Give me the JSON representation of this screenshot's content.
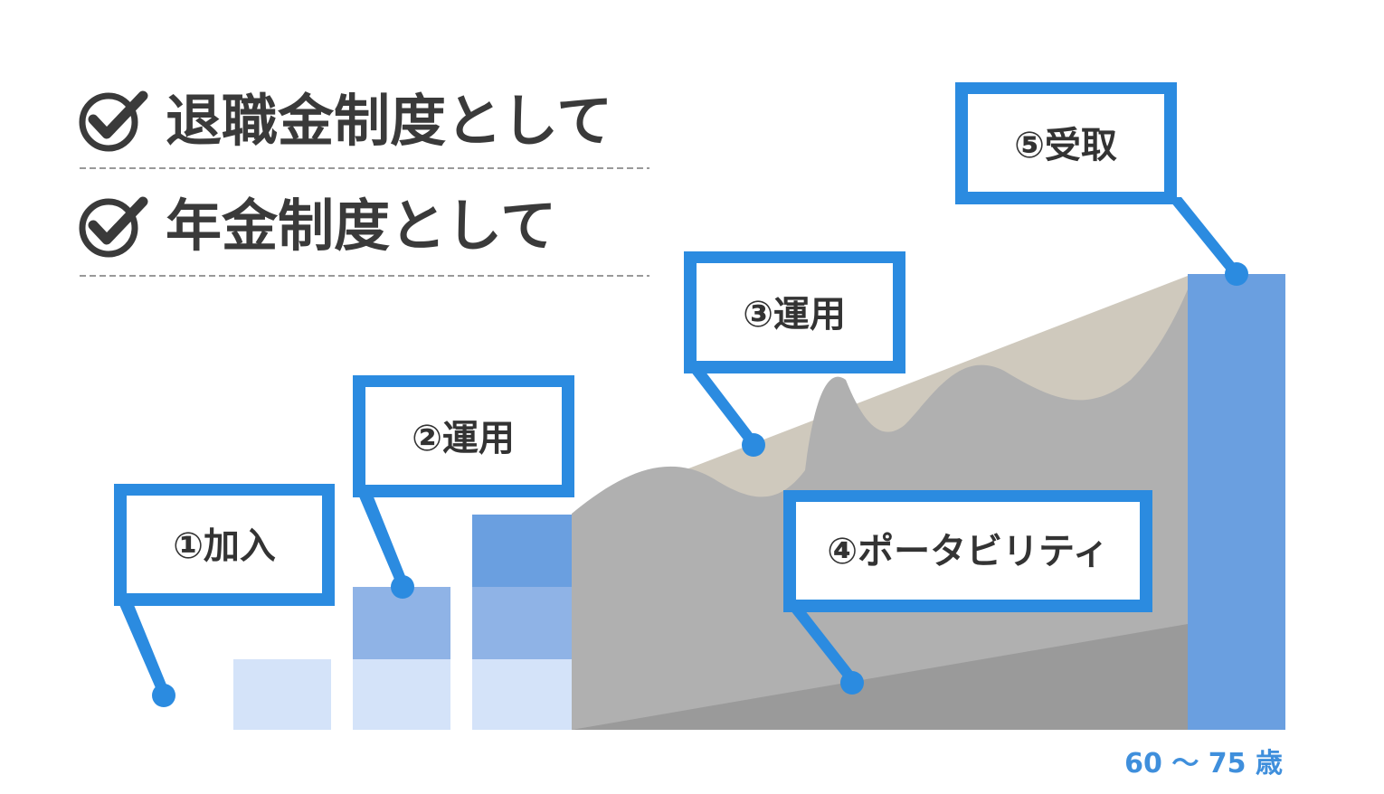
{
  "checklist": [
    {
      "label": "退職金制度として"
    },
    {
      "label": "年金制度として"
    }
  ],
  "callouts": {
    "kanyu": "①加入",
    "unyo1": "②運用",
    "unyo2": "③運用",
    "portability": "④ポータビリティ",
    "uketori": "⑤受取"
  },
  "age_label": "60 ～ 75 歳",
  "colors": {
    "accent": "#2b8be0",
    "bar_light": "#d4e3f9",
    "bar_mid": "#8fb3e6",
    "bar_dark": "#6a9fe0",
    "area_gray": "#b0b0b0",
    "area_dark": "#999999",
    "area_tan": "#cfc9bd",
    "final_bar": "#6a9fe0",
    "text": "#3a3a3a"
  }
}
